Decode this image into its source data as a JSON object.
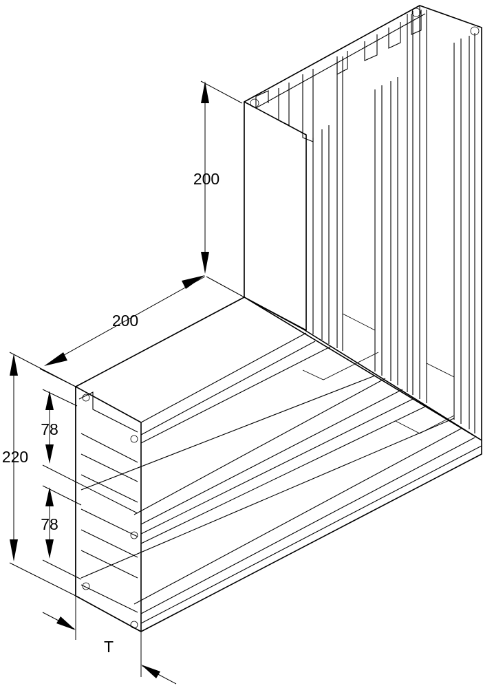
{
  "drawing": {
    "dimensions": {
      "vertical_leg_height": "200",
      "horizontal_leg_length": "200",
      "overall_height": "220",
      "upper_compartment_height": "78",
      "lower_compartment_height": "78",
      "depth_symbol": "T"
    }
  }
}
